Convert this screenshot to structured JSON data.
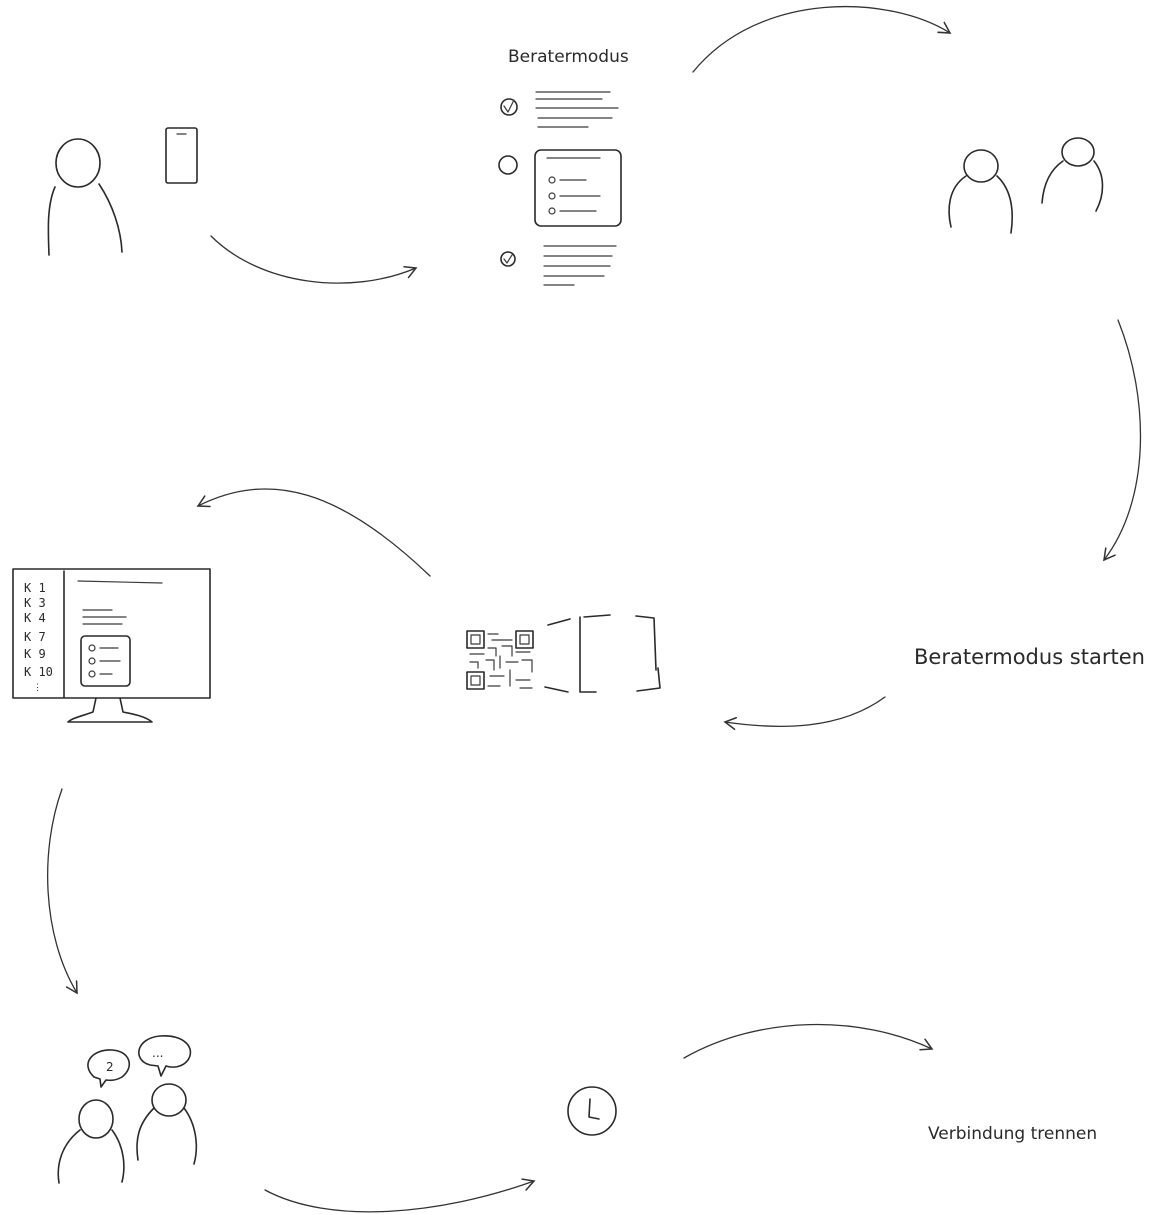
{
  "labels": {
    "phone_screen_title": "Beratermodus",
    "start_label": "Beratermodus starten",
    "disconnect_label": "Verbindung trennen",
    "speech_bubble_number": "2",
    "speech_bubble_dots": "..."
  },
  "monitor_sidebar": [
    "K 1",
    "K 3",
    "K 4",
    "K 7",
    "K 9",
    "K 10"
  ],
  "steps": [
    "person-with-phone",
    "advisor-mode-screen",
    "two-people",
    "start-advisor-mode",
    "qr-code-scan",
    "desktop-monitor",
    "people-talking",
    "clock",
    "disconnect"
  ],
  "icons": [
    "person-icon",
    "phone-icon",
    "checkbox-icon",
    "radio-icon",
    "qr-code-icon",
    "scan-frame-icon",
    "monitor-icon",
    "speech-bubble-icon",
    "clock-icon",
    "arrow-icon"
  ]
}
